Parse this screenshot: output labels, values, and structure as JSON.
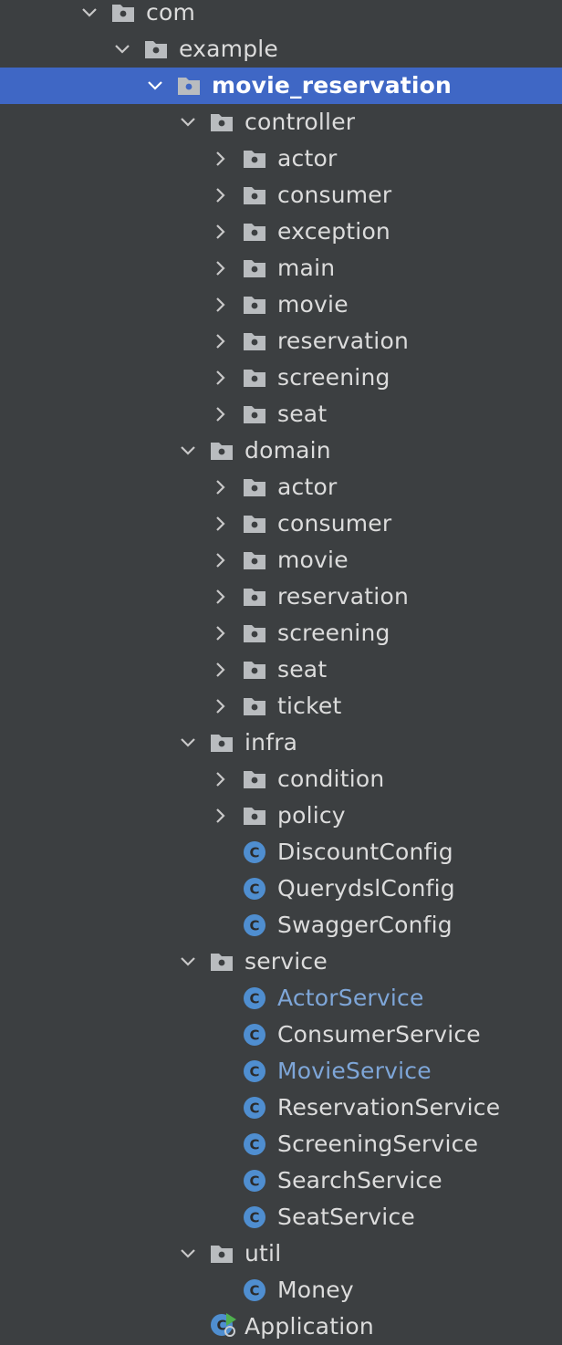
{
  "colors": {
    "background": "#3c3f41",
    "selection": "#3f67c5",
    "text": "#dcdcdc",
    "modified_text": "#7ea6d8",
    "folder_icon": "#b9bcbf",
    "class_icon": "#4f8ed0",
    "run_badge": "#4fb04f"
  },
  "tree": {
    "items": [
      {
        "label": "com",
        "depth": 0,
        "expanded": true,
        "icon": "folder-icon"
      },
      {
        "label": "example",
        "depth": 1,
        "expanded": true,
        "icon": "folder-icon"
      },
      {
        "label": "movie_reservation",
        "depth": 2,
        "expanded": true,
        "icon": "folder-icon",
        "selected": true
      },
      {
        "label": "controller",
        "depth": 3,
        "expanded": true,
        "icon": "folder-icon"
      },
      {
        "label": "actor",
        "depth": 4,
        "expanded": false,
        "icon": "folder-icon"
      },
      {
        "label": "consumer",
        "depth": 4,
        "expanded": false,
        "icon": "folder-icon"
      },
      {
        "label": "exception",
        "depth": 4,
        "expanded": false,
        "icon": "folder-icon"
      },
      {
        "label": "main",
        "depth": 4,
        "expanded": false,
        "icon": "folder-icon"
      },
      {
        "label": "movie",
        "depth": 4,
        "expanded": false,
        "icon": "folder-icon"
      },
      {
        "label": "reservation",
        "depth": 4,
        "expanded": false,
        "icon": "folder-icon"
      },
      {
        "label": "screening",
        "depth": 4,
        "expanded": false,
        "icon": "folder-icon"
      },
      {
        "label": "seat",
        "depth": 4,
        "expanded": false,
        "icon": "folder-icon"
      },
      {
        "label": "domain",
        "depth": 3,
        "expanded": true,
        "icon": "folder-icon"
      },
      {
        "label": "actor",
        "depth": 4,
        "expanded": false,
        "icon": "folder-icon"
      },
      {
        "label": "consumer",
        "depth": 4,
        "expanded": false,
        "icon": "folder-icon"
      },
      {
        "label": "movie",
        "depth": 4,
        "expanded": false,
        "icon": "folder-icon"
      },
      {
        "label": "reservation",
        "depth": 4,
        "expanded": false,
        "icon": "folder-icon"
      },
      {
        "label": "screening",
        "depth": 4,
        "expanded": false,
        "icon": "folder-icon"
      },
      {
        "label": "seat",
        "depth": 4,
        "expanded": false,
        "icon": "folder-icon"
      },
      {
        "label": "ticket",
        "depth": 4,
        "expanded": false,
        "icon": "folder-icon"
      },
      {
        "label": "infra",
        "depth": 3,
        "expanded": true,
        "icon": "folder-icon"
      },
      {
        "label": "condition",
        "depth": 4,
        "expanded": false,
        "icon": "folder-icon"
      },
      {
        "label": "policy",
        "depth": 4,
        "expanded": false,
        "icon": "folder-icon"
      },
      {
        "label": "DiscountConfig",
        "depth": 4,
        "icon": "class-icon"
      },
      {
        "label": "QuerydslConfig",
        "depth": 4,
        "icon": "class-icon"
      },
      {
        "label": "SwaggerConfig",
        "depth": 4,
        "icon": "class-icon"
      },
      {
        "label": "service",
        "depth": 3,
        "expanded": true,
        "icon": "folder-icon"
      },
      {
        "label": "ActorService",
        "depth": 4,
        "icon": "class-icon",
        "modified": true
      },
      {
        "label": "ConsumerService",
        "depth": 4,
        "icon": "class-icon"
      },
      {
        "label": "MovieService",
        "depth": 4,
        "icon": "class-icon",
        "modified": true
      },
      {
        "label": "ReservationService",
        "depth": 4,
        "icon": "class-icon"
      },
      {
        "label": "ScreeningService",
        "depth": 4,
        "icon": "class-icon"
      },
      {
        "label": "SearchService",
        "depth": 4,
        "icon": "class-icon"
      },
      {
        "label": "SeatService",
        "depth": 4,
        "icon": "class-icon"
      },
      {
        "label": "util",
        "depth": 3,
        "expanded": true,
        "icon": "folder-icon"
      },
      {
        "label": "Money",
        "depth": 4,
        "icon": "class-icon"
      },
      {
        "label": "Application",
        "depth": 3,
        "icon": "spring-boot-app-icon"
      }
    ]
  }
}
